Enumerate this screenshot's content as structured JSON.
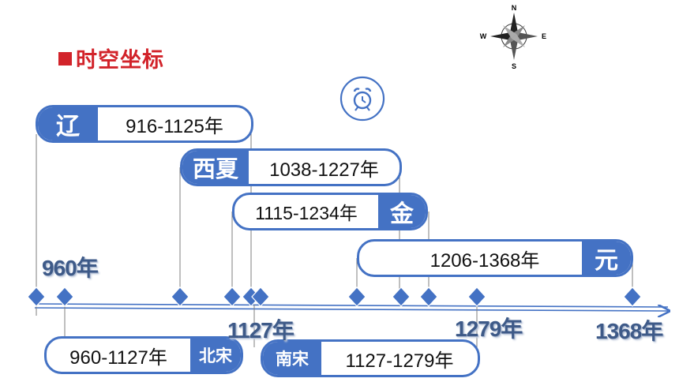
{
  "title": "时空坐标",
  "icons": {
    "compass": "compass-rose-icon",
    "clock": "alarm-clock-icon"
  },
  "compass": {
    "n": "N",
    "s": "S",
    "e": "E",
    "w": "W"
  },
  "colors": {
    "accent": "#4472c4",
    "title": "#d2232a",
    "marker": "#4472c4",
    "year_label": "#3e5a88"
  },
  "periods": [
    {
      "name": "辽",
      "range": "916-1125年"
    },
    {
      "name": "西夏",
      "range": "1038-1227年"
    },
    {
      "name": "金",
      "range": "1115-1234年"
    },
    {
      "name": "元",
      "range": "1206-1368年"
    },
    {
      "name": "北宋",
      "range": "960-1127年"
    },
    {
      "name": "南宋",
      "range": "1127-1279年"
    }
  ],
  "year_labels": [
    "960年",
    "1127年",
    "1279年",
    "1368年"
  ]
}
